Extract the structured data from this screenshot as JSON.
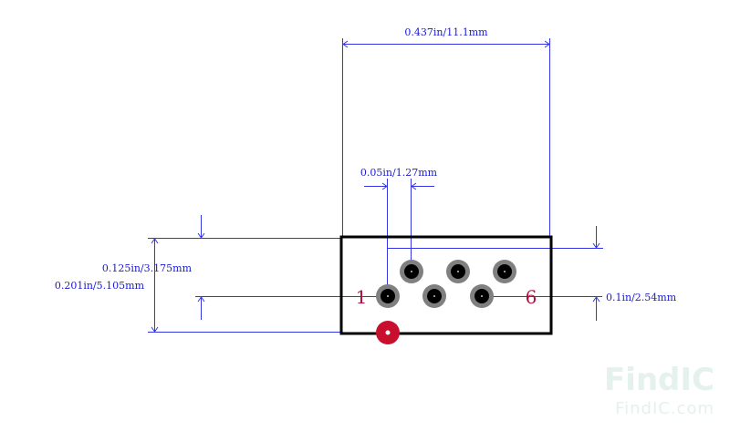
{
  "dimensions": {
    "total_width": "0.437in/11.1mm",
    "pin_pitch_half": "0.05in/1.27mm",
    "row_offset": "0.125in/3.175mm",
    "overall_height": "0.201in/5.105mm",
    "pin_pitch": "0.1in/2.54mm"
  },
  "pins": {
    "first_label": "1",
    "last_label": "6"
  },
  "watermark": {
    "logo": "FindIC",
    "url": "FindIC.com"
  },
  "colors": {
    "dimension_lines": "#3535e8",
    "outline": "#000000",
    "pin_labels": "#b0103c",
    "pin1_marker": "#c8102e",
    "pad_ring": "#808080",
    "pad_hole": "#000000"
  }
}
